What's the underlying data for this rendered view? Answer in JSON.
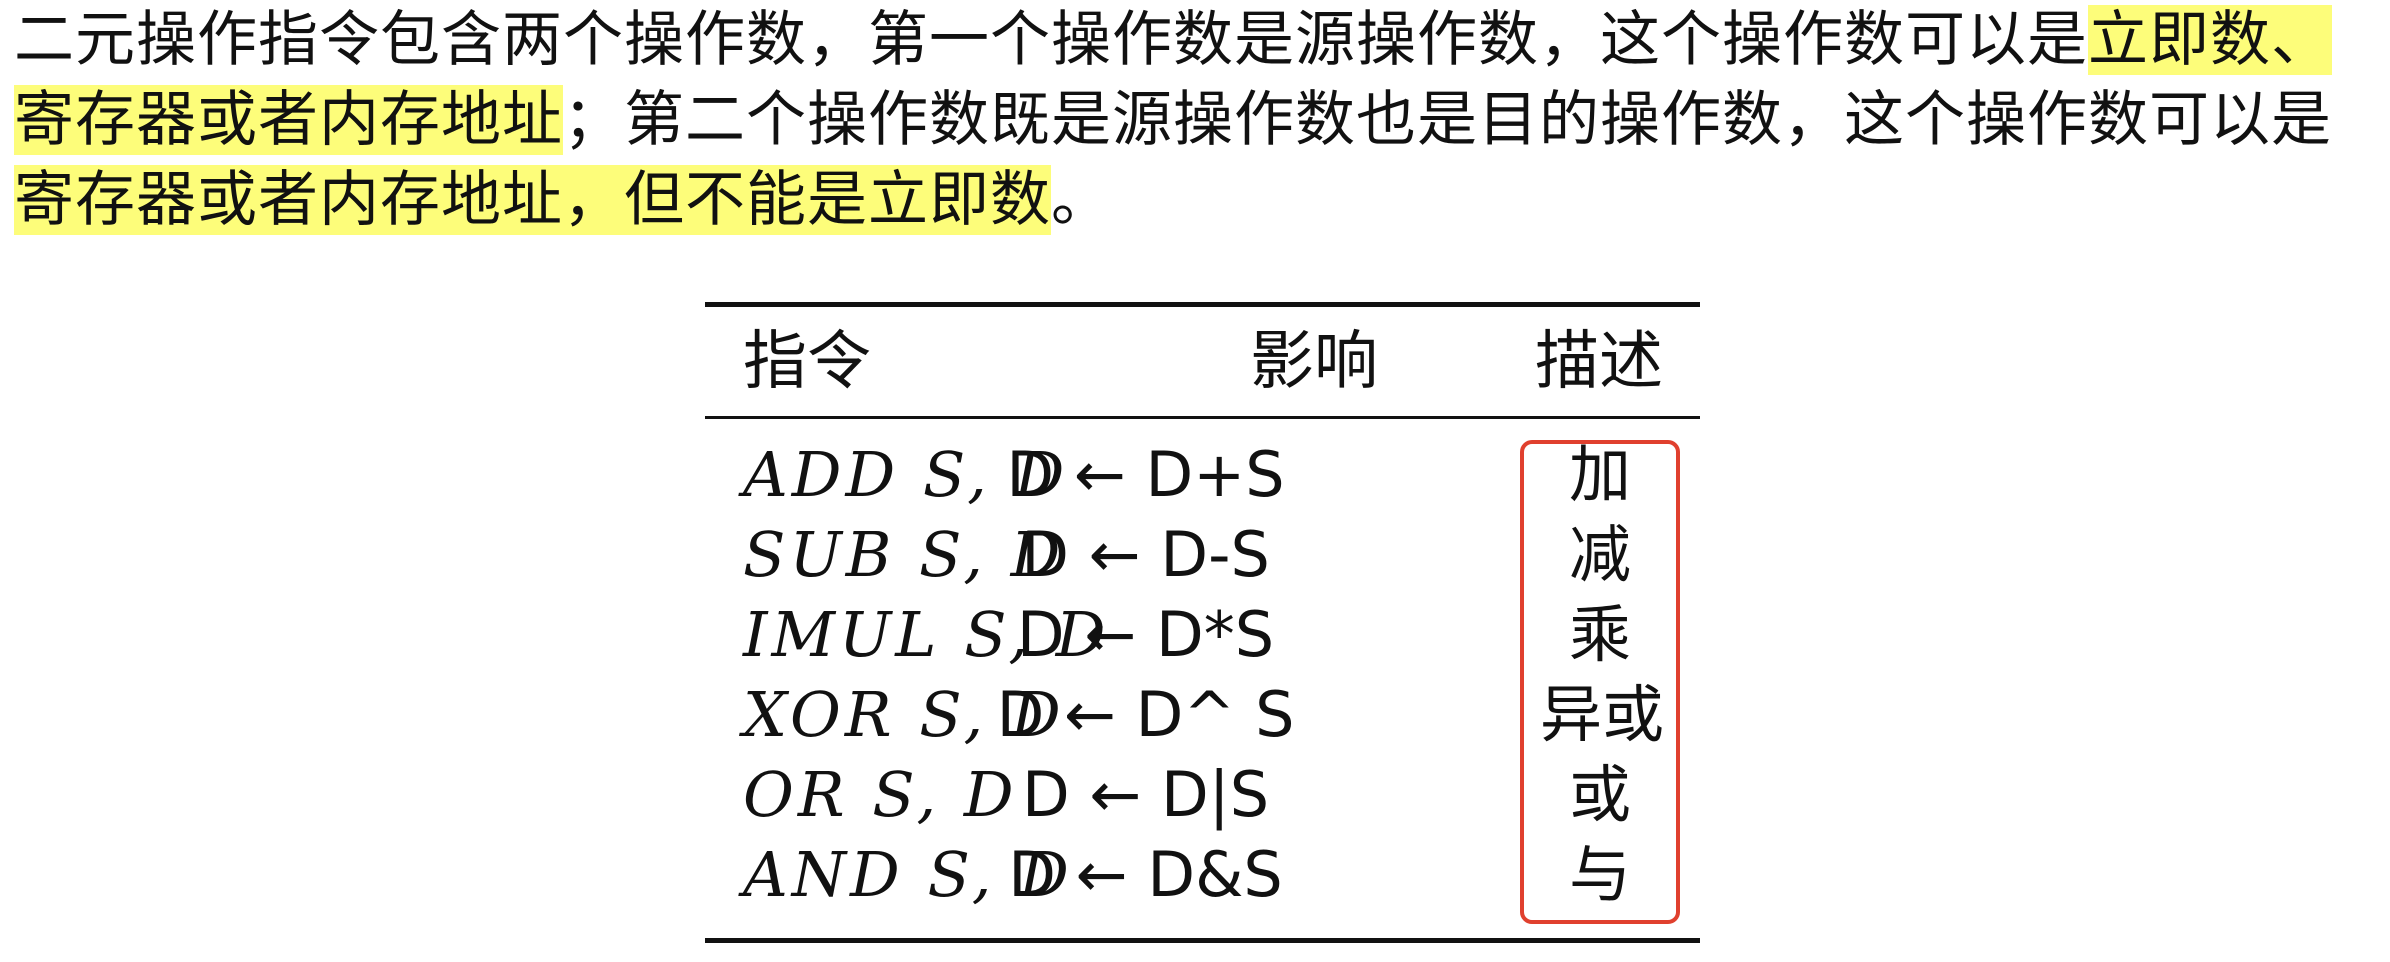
{
  "paragraph": {
    "seg1": "二元操作指令包含两个操作数，第一个操作数是源操作数，这个操作数可以是",
    "seg2_highlight": "立即数、寄存器或者内存地址",
    "seg3": "；第二个操作数既是源操作数也是目的操作数，这个操作数可以是",
    "seg4_highlight": "寄存器或者内存地址，但不能是立即数",
    "seg5": "。",
    "highlight_color": "#fdfd7a"
  },
  "table": {
    "headers": {
      "instruction": "指令",
      "effect": "影响",
      "description": "描述"
    },
    "rows": [
      {
        "instruction": "ADD S, D",
        "effect": "D ← D+S",
        "description": "加"
      },
      {
        "instruction": "SUB S, D",
        "effect": "D ← D-S",
        "description": "减"
      },
      {
        "instruction": "IMUL S, D",
        "effect": "D ← D*S",
        "description": "乘"
      },
      {
        "instruction": "XOR S, D",
        "effect": "D ← D^ S",
        "description": "异或"
      },
      {
        "instruction": "OR S, D",
        "effect": "D ← D|S",
        "description": "或"
      },
      {
        "instruction": "AND S, D",
        "effect": "D ← D&S",
        "description": "与"
      }
    ],
    "box_color": "#e0402e"
  }
}
